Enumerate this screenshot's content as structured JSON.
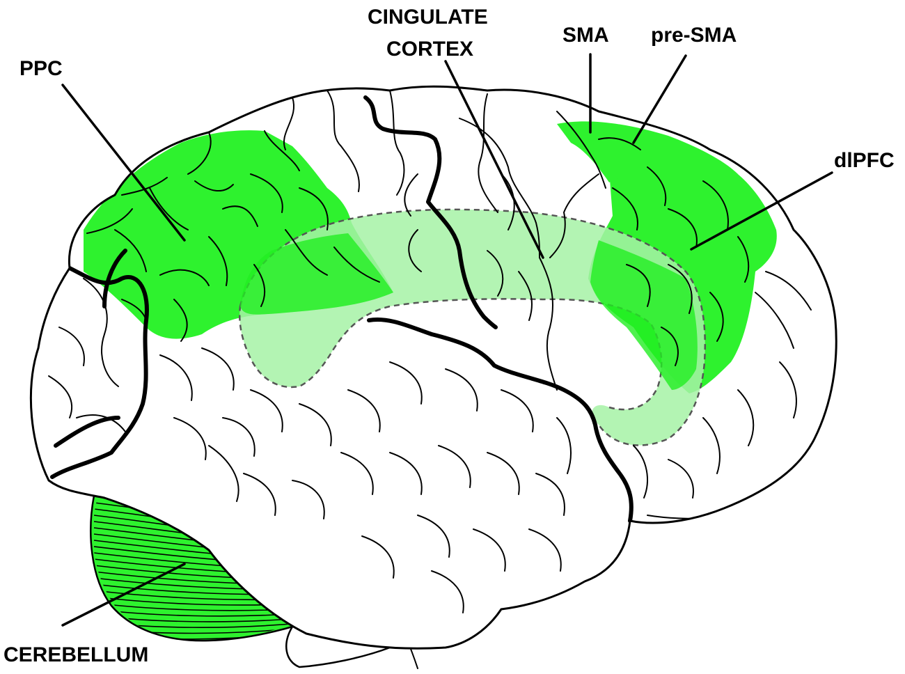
{
  "labels": {
    "ppc": "PPC",
    "cingulate_line1": "CINGULATE",
    "cingulate_line2": "CORTEX",
    "sma": "SMA",
    "pre_sma": "pre-SMA",
    "dlpfc": "dlPFC",
    "cerebellum": "CEREBELLUM"
  },
  "colors": {
    "region_fill": "#2ef22e",
    "cingulate_fill": "#a6f2a6",
    "outline": "#000000",
    "dashed_boundary": "#555555",
    "background": "#ffffff"
  }
}
